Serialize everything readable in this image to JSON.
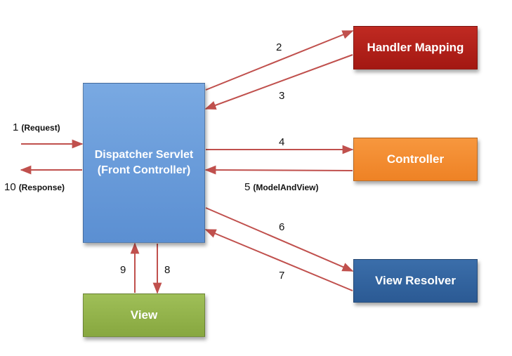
{
  "nodes": {
    "dispatcher": {
      "line1": "Dispatcher Servlet",
      "line2": "(Front Controller)"
    },
    "handler_mapping": "Handler Mapping",
    "controller": "Controller",
    "view_resolver": "View Resolver",
    "view": "View"
  },
  "labels": {
    "l1": {
      "num": "1",
      "text": "(Request)"
    },
    "l2": {
      "num": "2"
    },
    "l3": {
      "num": "3"
    },
    "l4": {
      "num": "4"
    },
    "l5": {
      "num": "5",
      "text": "(ModelAndView)"
    },
    "l6": {
      "num": "6"
    },
    "l7": {
      "num": "7"
    },
    "l8": {
      "num": "8"
    },
    "l9": {
      "num": "9"
    },
    "l10": {
      "num": "10",
      "text": "(Response)"
    }
  },
  "colors": {
    "arrow": "#c0504d",
    "dispatcher": "#6b9bd8",
    "handler_mapping": "#b3211a",
    "controller": "#f28c33",
    "view_resolver": "#32649f",
    "view": "#93b24c"
  }
}
